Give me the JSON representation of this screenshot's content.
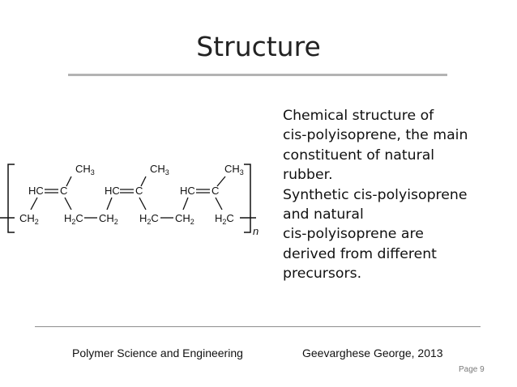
{
  "slide": {
    "title": "Structure",
    "description_lines": [
      "Chemical structure of",
      "cis-polyisoprene, the main",
      "constituent of natural",
      "rubber.",
      "Synthetic cis-polyisoprene",
      "and natural",
      "cis-polyisoprene are",
      "derived from different",
      "precursors."
    ],
    "structure_labels": {
      "ch3": "CH3",
      "hc": "HC",
      "c": "C",
      "ch2": "CH2",
      "h2c": "H2C",
      "n": "n"
    }
  },
  "footer": {
    "left": "Polymer Science and Engineering",
    "right": "Geevarghese George, 2013",
    "page": "Page 9"
  }
}
